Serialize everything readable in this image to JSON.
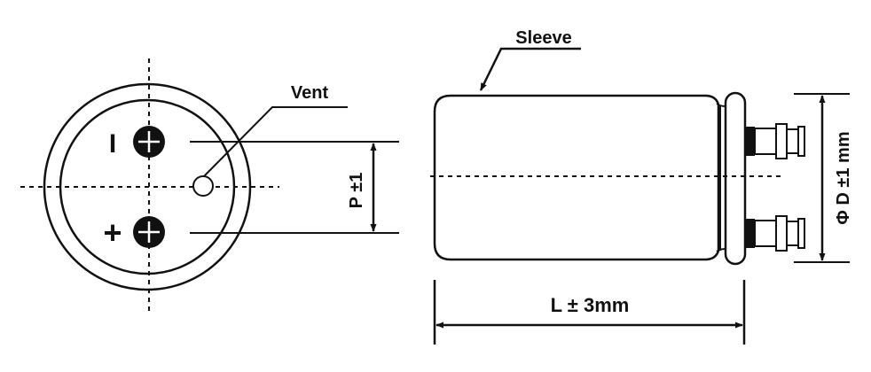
{
  "labels": {
    "vent": "Vent",
    "sleeve": "Sleeve",
    "pitch": "P ±1",
    "diameter": "Φ D ±1 mm",
    "length": "L ± 3mm",
    "negative_mark": "I",
    "positive_mark": "+"
  },
  "colors": {
    "line": "#111111",
    "background": "#ffffff"
  }
}
